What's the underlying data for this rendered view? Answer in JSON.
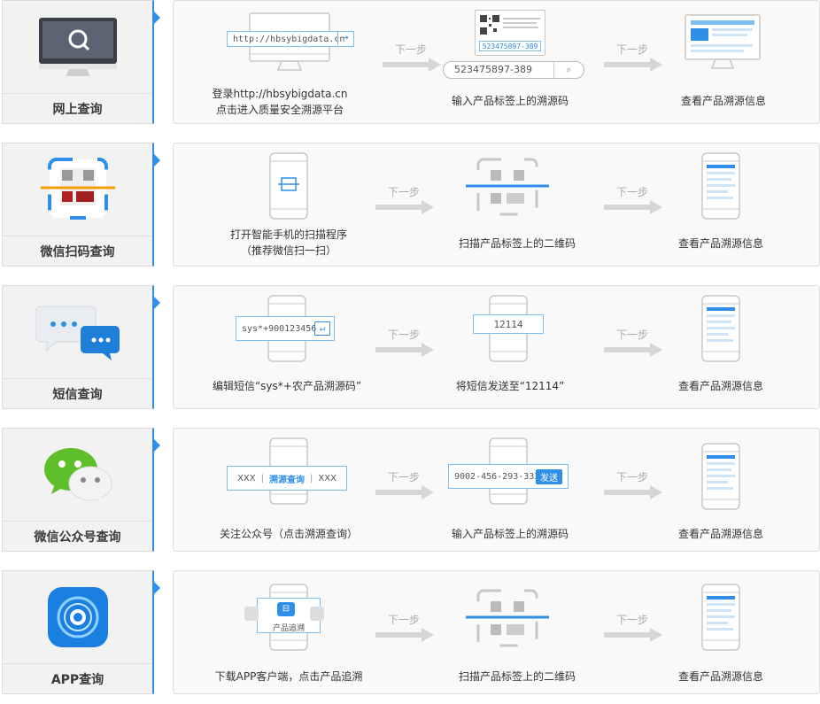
{
  "rows": [
    {
      "method_label": "网上查询",
      "method_icon": "monitor-search-icon",
      "steps": [
        {
          "caption_1": "登录http://hbsybigdata.cn",
          "caption_2": "点击进入质量安全溯源平台",
          "url": "http://hbsybigdata.cn"
        },
        {
          "caption_1": "输入产品标签上的溯源码",
          "caption_2": "",
          "code": "523475897-389",
          "search_value": "523475897-389"
        },
        {
          "caption_1": "查看产品溯源信息",
          "caption_2": ""
        }
      ]
    },
    {
      "method_label": "微信扫码查询",
      "method_icon": "qr-scan-icon",
      "steps": [
        {
          "caption_1": "打开智能手机的扫描程序",
          "caption_2": "（推荐微信扫一扫）"
        },
        {
          "caption_1": "扫描产品标签上的二维码",
          "caption_2": ""
        },
        {
          "caption_1": "查看产品溯源信息",
          "caption_2": ""
        }
      ]
    },
    {
      "method_label": "短信查询",
      "method_icon": "sms-bubbles-icon",
      "steps": [
        {
          "caption_1": "编辑短信“sys*+农产品溯源码”",
          "caption_2": "",
          "sms_value": "sys*+900123456"
        },
        {
          "caption_1": "将短信发送至“12114”",
          "caption_2": "",
          "number": "12114"
        },
        {
          "caption_1": "查看产品溯源信息",
          "caption_2": ""
        }
      ]
    },
    {
      "method_label": "微信公众号查询",
      "method_icon": "wechat-icon",
      "steps": [
        {
          "caption_1": "关注公众号（点击溯源查询）",
          "caption_2": "",
          "menu_left": "XXX",
          "menu_mid": "溯源查询",
          "menu_right": "XXX"
        },
        {
          "caption_1": "输入产品标签上的溯源码",
          "caption_2": "",
          "input_value": "9002-456-293-333",
          "send_label": "发送"
        },
        {
          "caption_1": "查看产品溯源信息",
          "caption_2": ""
        }
      ]
    },
    {
      "method_label": "APP查询",
      "method_icon": "app-icon",
      "steps": [
        {
          "caption_1": "下载APP客户端，点击产品追溯",
          "caption_2": "",
          "app_label": "产品追溯"
        },
        {
          "caption_1": "扫描产品标签上的二维码",
          "caption_2": ""
        },
        {
          "caption_1": "查看产品溯源信息",
          "caption_2": ""
        }
      ]
    }
  ],
  "next_label": "下一步",
  "colors": {
    "accent": "#2f8fe8",
    "light_blue": "#7fbef0",
    "gray_line": "#c8c8c8"
  }
}
